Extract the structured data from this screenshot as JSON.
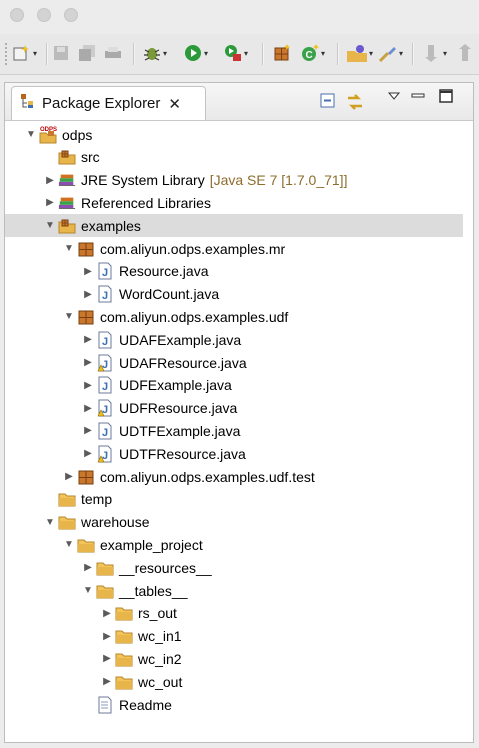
{
  "window": {
    "traffic_lights": [
      "close",
      "minimize",
      "zoom"
    ]
  },
  "toolbar": {
    "buttons": [
      {
        "icon": "new-wizard-icon"
      },
      {
        "icon": "save-icon"
      },
      {
        "icon": "save-all-icon"
      },
      {
        "icon": "print-icon"
      },
      {
        "icon": "debug-icon"
      },
      {
        "icon": "run-icon"
      },
      {
        "icon": "external-tools-icon"
      },
      {
        "icon": "new-package-icon"
      },
      {
        "icon": "new-class-icon"
      },
      {
        "icon": "open-type-icon"
      },
      {
        "icon": "search-icon"
      },
      {
        "icon": "next-annotation-icon"
      }
    ]
  },
  "view": {
    "tab_title": "Package Explorer",
    "tab_close": "✕",
    "collapse_all_icon": "collapse-all-icon",
    "link_editor_icon": "link-with-editor-icon",
    "menu_icon": "view-menu-icon",
    "minimize_icon": "minimize-icon",
    "maximize_icon": "maximize-icon"
  },
  "tree": [
    {
      "label": "odps",
      "icon": "odps-project-icon",
      "twisty": "open",
      "level": 0
    },
    {
      "label": "src",
      "icon": "source-folder-icon",
      "twisty": "none",
      "level": 1
    },
    {
      "label": "JRE System Library",
      "decoration": "[Java SE 7 [1.7.0_71]]",
      "icon": "library-icon",
      "twisty": "closed",
      "level": 1
    },
    {
      "label": "Referenced Libraries",
      "icon": "library-icon",
      "twisty": "closed",
      "level": 1
    },
    {
      "label": "examples",
      "icon": "source-folder-icon",
      "twisty": "open",
      "level": 1,
      "selected": true
    },
    {
      "label": "com.aliyun.odps.examples.mr",
      "icon": "package-icon",
      "twisty": "open",
      "level": 2
    },
    {
      "label": "Resource.java",
      "icon": "java-file-icon",
      "twisty": "closed",
      "level": 3
    },
    {
      "label": "WordCount.java",
      "icon": "java-file-icon",
      "twisty": "closed",
      "level": 3
    },
    {
      "label": "com.aliyun.odps.examples.udf",
      "icon": "package-icon",
      "twisty": "open",
      "level": 2
    },
    {
      "label": "UDAFExample.java",
      "icon": "java-file-icon",
      "twisty": "closed",
      "level": 3
    },
    {
      "label": "UDAFResource.java",
      "icon": "java-file-warning-icon",
      "twisty": "closed",
      "level": 3
    },
    {
      "label": "UDFExample.java",
      "icon": "java-file-icon",
      "twisty": "closed",
      "level": 3
    },
    {
      "label": "UDFResource.java",
      "icon": "java-file-warning-icon",
      "twisty": "closed",
      "level": 3
    },
    {
      "label": "UDTFExample.java",
      "icon": "java-file-icon",
      "twisty": "closed",
      "level": 3
    },
    {
      "label": "UDTFResource.java",
      "icon": "java-file-warning-icon",
      "twisty": "closed",
      "level": 3
    },
    {
      "label": "com.aliyun.odps.examples.udf.test",
      "icon": "package-icon",
      "twisty": "closed",
      "level": 2
    },
    {
      "label": "temp",
      "icon": "folder-icon",
      "twisty": "none",
      "level": 1
    },
    {
      "label": "warehouse",
      "icon": "folder-icon",
      "twisty": "open",
      "level": 1
    },
    {
      "label": "example_project",
      "icon": "folder-icon",
      "twisty": "open",
      "level": 2
    },
    {
      "label": "__resources__",
      "icon": "folder-icon",
      "twisty": "closed",
      "level": 3
    },
    {
      "label": "__tables__",
      "icon": "folder-icon",
      "twisty": "open",
      "level": 3
    },
    {
      "label": "rs_out",
      "icon": "folder-icon",
      "twisty": "closed",
      "level": 4
    },
    {
      "label": "wc_in1",
      "icon": "folder-icon",
      "twisty": "closed",
      "level": 4
    },
    {
      "label": "wc_in2",
      "icon": "folder-icon",
      "twisty": "closed",
      "level": 4
    },
    {
      "label": "wc_out",
      "icon": "folder-icon",
      "twisty": "closed",
      "level": 4
    },
    {
      "label": "Readme",
      "icon": "text-file-icon",
      "twisty": "none",
      "level": 3
    }
  ],
  "colors": {
    "selection": "#dcdcdc",
    "decoration": "#8d6d2d",
    "folder": "#e8b54a",
    "package": "#b5651d",
    "java": "#3a6fb5"
  }
}
